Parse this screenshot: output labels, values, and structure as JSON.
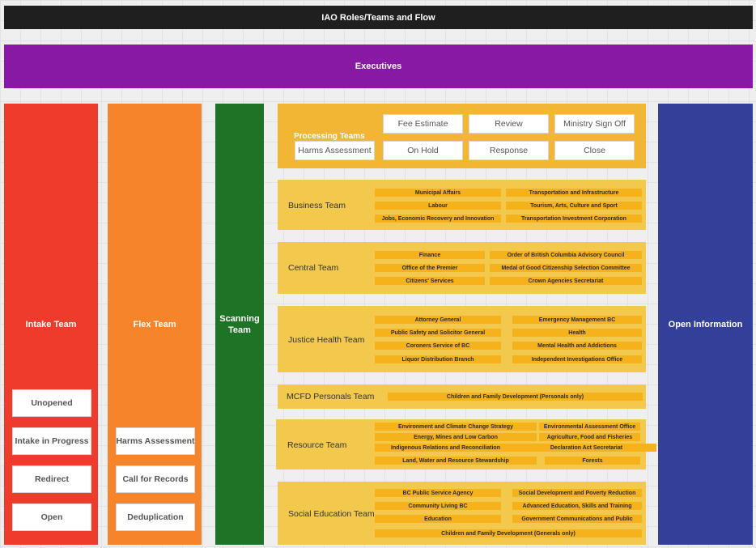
{
  "title": "IAO Roles/Teams and Flow",
  "executives": "Executives",
  "columns": {
    "intake": {
      "label": "Intake Team",
      "statuses": [
        "Unopened",
        "Intake in Progress",
        "Redirect",
        "Open"
      ]
    },
    "flex": {
      "label": "Flex Team",
      "statuses": [
        "Harms Assessment",
        "Call for Records",
        "Deduplication"
      ]
    },
    "scanning": {
      "label_line1": "Scanning",
      "label_line2": "Team"
    },
    "open_info": {
      "label": "Open Information"
    }
  },
  "processing": {
    "label": "Processing Teams",
    "statuses": [
      "Fee Estimate",
      "Review",
      "Ministry Sign Off",
      "Harms Assessment",
      "On Hold",
      "Response",
      "Close"
    ]
  },
  "teams": [
    {
      "name": "Business Team",
      "ministries": [
        "Municipal Affairs",
        "Transportation and Infrastructure",
        "Labour",
        "Tourism, Arts, Culture and Sport",
        "Jobs, Economic Recovery and Innovation",
        "Transportation Investment Corporation"
      ]
    },
    {
      "name": "Central Team",
      "ministries": [
        "Finance",
        "Order of British Columbia Advisory Council",
        "Office of the Premier",
        "Medal of Good Citizenship Selection Committee",
        "Citizens' Services",
        "Crown Agencies Secretariat"
      ]
    },
    {
      "name": "Justice Health Team",
      "ministries": [
        "Attorney General",
        "Emergency Management BC",
        "Public Safety and Solicitor General",
        "Health",
        "Coroners Service of BC",
        "Mental Health and Addictions",
        "Liquor Distribution Branch",
        "Independent Investigations Office"
      ]
    },
    {
      "name": "MCFD Personals Team",
      "ministries": [
        "Children and Family Development (Personals only)"
      ]
    },
    {
      "name": "Resource Team",
      "ministries": [
        "Environment and Climate Change Strategy",
        "Environmental Assessment Office",
        "Energy, Mines and Low Carbon",
        "Agriculture, Food and Fisheries",
        "Indigenous Relations and Reconciliation",
        "Declaration Act Secretariat",
        "Land, Water and Resource Stewardship",
        "Forests"
      ]
    },
    {
      "name": "Social Education Team",
      "ministries": [
        "BC Public Service Agency",
        "Social Development and Poverty Reduction",
        "Community Living BC",
        "Advanced Education, Skills and Training",
        "Education",
        "Government Communications and Public",
        "Children and Family Development (Generals only)"
      ]
    }
  ],
  "colors": {
    "title_bg": "#1f1f1f",
    "executives": "#8719a5",
    "intake": "#ee3b2b",
    "flex": "#f5842a",
    "scanning": "#1f7326",
    "processing": "#f2b635",
    "team_panel": "#f2c94c",
    "chip": "#f6b21a",
    "open_info": "#33409a"
  }
}
